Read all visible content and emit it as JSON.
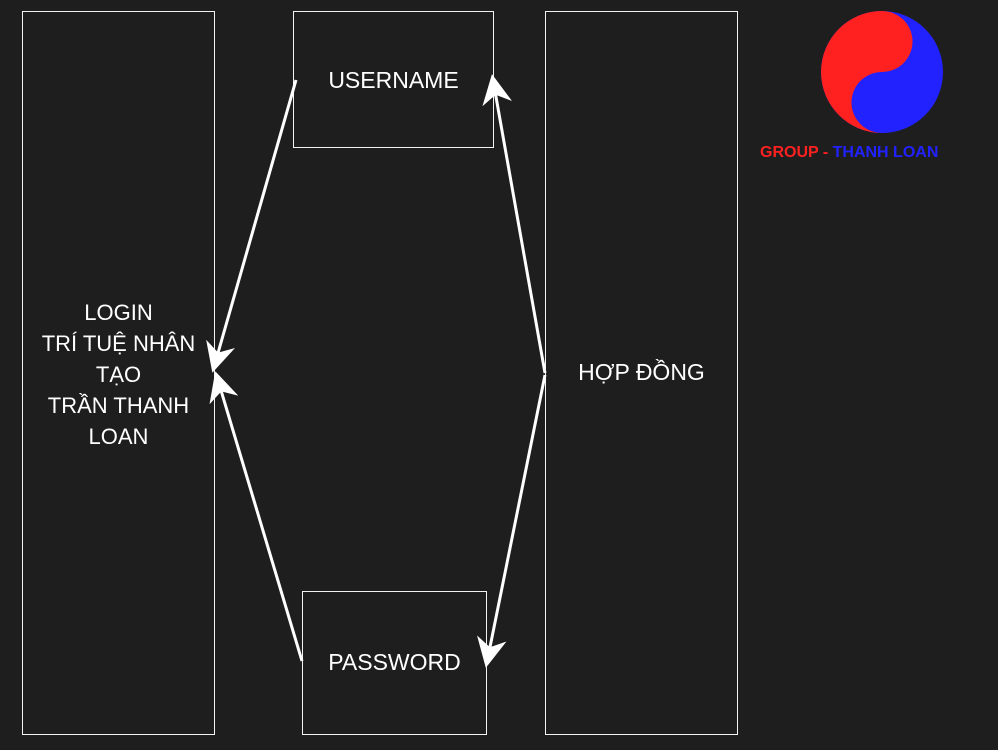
{
  "diagram": {
    "login": {
      "lines": [
        "LOGIN",
        "TRÍ TUỆ NHÂN",
        "TẠO",
        "TRẦN THANH",
        "LOAN"
      ]
    },
    "username": "USERNAME",
    "password": "PASSWORD",
    "contract": "HỢP ĐỒNG"
  },
  "logo": {
    "icon": "yin-yang-icon",
    "caption_left": "GROUP",
    "caption_separator": " - ",
    "caption_right": "THANH LOAN",
    "colors": {
      "red": "#ff2020",
      "blue": "#2222ff"
    }
  },
  "colors": {
    "background": "#1e1e1e",
    "stroke": "#f2f2f2",
    "text": "#ffffff"
  }
}
